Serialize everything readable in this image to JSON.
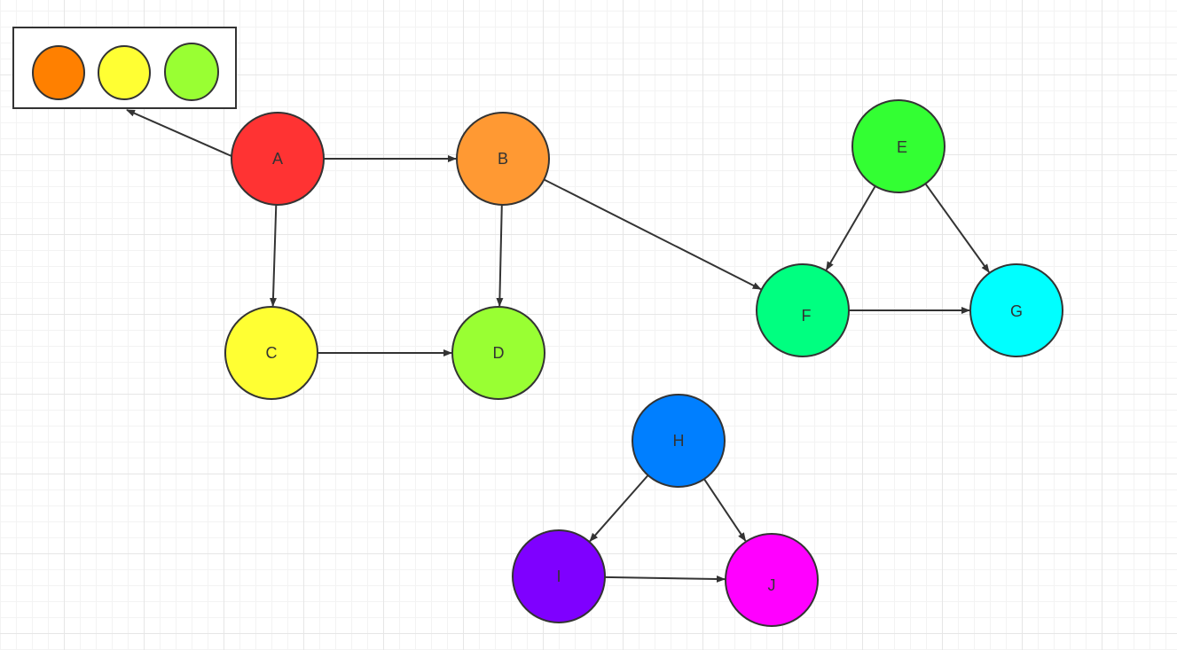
{
  "diagram": {
    "legend_swatches": [
      {
        "id": "orange",
        "color": "#ff8000"
      },
      {
        "id": "yellow",
        "color": "#ffff33"
      },
      {
        "id": "lime",
        "color": "#99ff33"
      }
    ],
    "nodes": [
      {
        "id": "A",
        "label": "A",
        "color": "#ff3333"
      },
      {
        "id": "B",
        "label": "B",
        "color": "#ff9933"
      },
      {
        "id": "C",
        "label": "C",
        "color": "#ffff33"
      },
      {
        "id": "D",
        "label": "D",
        "color": "#99ff33"
      },
      {
        "id": "E",
        "label": "E",
        "color": "#33ff33"
      },
      {
        "id": "F",
        "label": "F",
        "color": "#00ff80"
      },
      {
        "id": "G",
        "label": "G",
        "color": "#00ffff"
      },
      {
        "id": "H",
        "label": "H",
        "color": "#007fff"
      },
      {
        "id": "I",
        "label": "I",
        "color": "#7f00ff"
      },
      {
        "id": "J",
        "label": "J",
        "color": "#ff00ff"
      }
    ],
    "edges": [
      {
        "from": "A",
        "to": "legend"
      },
      {
        "from": "A",
        "to": "B"
      },
      {
        "from": "A",
        "to": "C"
      },
      {
        "from": "B",
        "to": "D"
      },
      {
        "from": "B",
        "to": "F"
      },
      {
        "from": "C",
        "to": "D"
      },
      {
        "from": "E",
        "to": "F"
      },
      {
        "from": "E",
        "to": "G"
      },
      {
        "from": "F",
        "to": "G"
      },
      {
        "from": "H",
        "to": "I"
      },
      {
        "from": "H",
        "to": "J"
      },
      {
        "from": "I",
        "to": "J"
      }
    ],
    "stroke_color": "#333333"
  }
}
